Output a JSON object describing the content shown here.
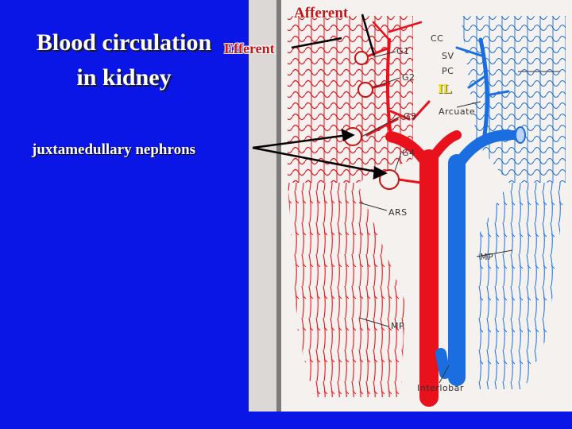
{
  "slide": {
    "title_line1": "Blood circulation",
    "title_line2": "in kidney",
    "subtitle": "juxtamedullary nephrons"
  },
  "labels": {
    "afferent": "Afferent",
    "efferent": "Efferent",
    "il": "IL"
  },
  "figure_labels": {
    "g1": "G1",
    "g2": "G2",
    "g3": "G3",
    "g4": "G4",
    "cc": "CC",
    "sv": "SV",
    "pc": "PC",
    "arcuate": "Arcuate",
    "ars": "ARS",
    "mp_left": "MP",
    "mp_right": "MP",
    "interlobar": "Interlobar"
  },
  "colors": {
    "background": "#0a16e6",
    "artery": "#e8111c",
    "vein": "#1a6ee0",
    "paper": "#f4f1ee"
  }
}
